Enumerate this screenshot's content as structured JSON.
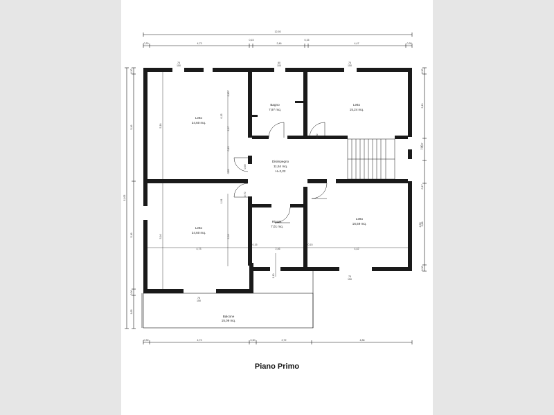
{
  "caption": "Piano Primo",
  "rooms": {
    "letto_nw": {
      "name": "Letto",
      "area": "24,60 mq."
    },
    "bagno": {
      "name": "Bagno",
      "area": "7,97 mq."
    },
    "letto_ne": {
      "name": "Letto",
      "area": "15,24 mq."
    },
    "disimpegno": {
      "name": "Disimpegno",
      "area": "11,54 mq.",
      "height": "H=2,22"
    },
    "letto_sw": {
      "name": "Letto",
      "area": "24,60 mq."
    },
    "ripost": {
      "name": "Ripost.",
      "area": "7,01 mq."
    },
    "letto_se": {
      "name": "Letto",
      "area": "16,59 mq."
    },
    "balcone": {
      "name": "Balcone",
      "area": "15,09 mq."
    }
  },
  "dims": {
    "top_total": "12,93",
    "top": [
      "0,30",
      "4,73",
      "0,15",
      "2,46",
      "0,15",
      "4,47",
      "0,30"
    ],
    "bottom": [
      "0,30",
      "4,73",
      "0,30",
      "2,72",
      "4,86"
    ],
    "left_total": "11,05",
    "left": [
      "0,30",
      "5,16",
      "5,16",
      "0,30",
      "1,65"
    ],
    "right": [
      "0,30",
      "3,13",
      "0,17",
      "0,17",
      "3,88",
      "0,30"
    ],
    "inner": [
      "4,73",
      "0,15",
      "2,46",
      "0,15",
      "4,42",
      "0,15",
      "2,40",
      "2,37",
      "0,83",
      "5,16",
      "5,16",
      "0,15",
      "2,33",
      "1,91",
      "0,69",
      "2,89",
      "0,60",
      "0,70",
      "1,10",
      "2,50"
    ],
    "windows": [
      "75",
      "150",
      "80",
      "100"
    ]
  }
}
